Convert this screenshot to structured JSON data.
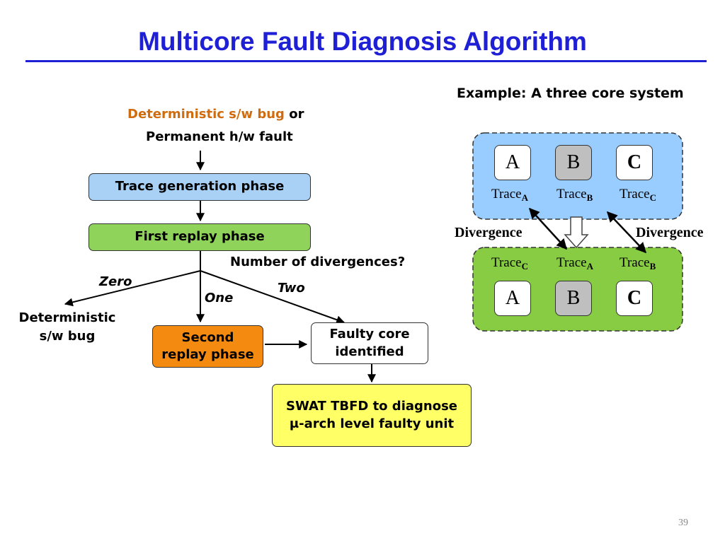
{
  "slide": {
    "title": "Multicore Fault Diagnosis Algorithm",
    "page_number": "39"
  },
  "flow": {
    "input_line1_orange": "Deterministic s/w bug",
    "input_line1_or": " or",
    "input_line2": "Permanent h/w fault",
    "trace_gen": "Trace generation phase",
    "first_replay": "First replay phase",
    "question": "Number of divergences?",
    "zero": "Zero",
    "one": "One",
    "two": "Two",
    "det_bug_line1": "Deterministic",
    "det_bug_line2": "s/w bug",
    "second_replay_line1": "Second",
    "second_replay_line2": "replay phase",
    "faulty_line1": "Faulty core",
    "faulty_line2": "identified",
    "swat_line1": "SWAT TBFD to diagnose",
    "swat_line2": "μ-arch level faulty unit",
    "colors": {
      "trace_gen": "#a9d0f5",
      "first_replay": "#8fd35a",
      "second_replay": "#f58a10",
      "swat": "#ffff66",
      "orange_text": "#d06c10",
      "title": "#1f1fd6"
    }
  },
  "example": {
    "heading": "Example: A three core system",
    "top_cores": [
      "A",
      "B",
      "C"
    ],
    "top_traces": [
      {
        "base": "Trace",
        "sub": "A"
      },
      {
        "base": "Trace",
        "sub": "B"
      },
      {
        "base": "Trace",
        "sub": "C"
      }
    ],
    "bottom_traces": [
      {
        "base": "Trace",
        "sub": "C"
      },
      {
        "base": "Trace",
        "sub": "A"
      },
      {
        "base": "Trace",
        "sub": "B"
      }
    ],
    "bottom_cores": [
      "A",
      "B",
      "C"
    ],
    "divergence_left": "Divergence",
    "divergence_right": "Divergence",
    "colors": {
      "top_group": "#99ccff",
      "bottom_group": "#88cc44"
    }
  }
}
